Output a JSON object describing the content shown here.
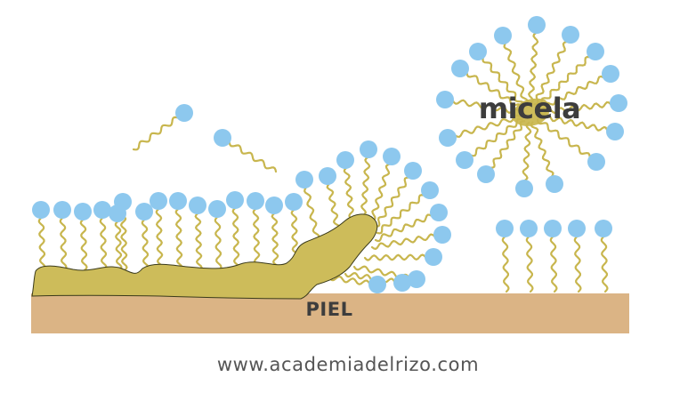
{
  "labels": {
    "skin": "PIEL",
    "micelle": "micela",
    "footer": "www.academiadelrizo.com"
  },
  "colors": {
    "skin": "#dbb485",
    "dirt": "#cdbc5a",
    "dirt_outline": "#3a3a1a",
    "tail": "#c8b64e",
    "head": "#8dc8ee",
    "label_dark": "#3d3d3d",
    "footer_text": "#555555"
  }
}
